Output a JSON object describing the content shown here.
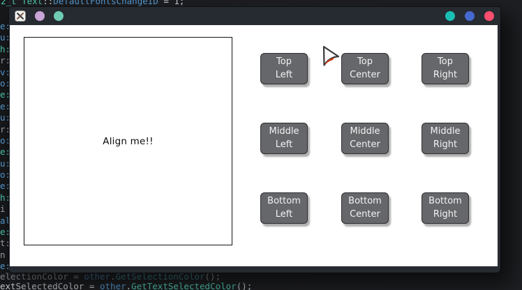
{
  "background": {
    "top_code_line": {
      "tokens": [
        {
          "text": "2_t ",
          "color": "#4EC9B0"
        },
        {
          "text": "Text",
          "color": "#4EC9B0"
        },
        {
          "text": "::",
          "color": "#c9cfd5"
        },
        {
          "text": "DefaultFontsChangeID",
          "color": "#569CD6"
        },
        {
          "text": " = ",
          "color": "#c9cfd5"
        },
        {
          "text": "1;",
          "color": "#c9cfd5"
        }
      ]
    },
    "bottom_code_line_1": {
      "tokens": [
        {
          "text": "electionColor",
          "color": "#c6ccd1"
        },
        {
          "text": " = ",
          "color": "#c6ccd1"
        },
        {
          "text": "other",
          "color": "#569CD6"
        },
        {
          "text": ".",
          "color": "#c6ccd1"
        },
        {
          "text": "GetSelectionColor",
          "color": "#4BA6B5"
        },
        {
          "text": "();",
          "color": "#c6ccd1"
        }
      ]
    },
    "bottom_code_line_2": {
      "tokens": [
        {
          "text": "extSelectedColor",
          "color": "#c6ccd1"
        },
        {
          "text": " = ",
          "color": "#c6ccd1"
        },
        {
          "text": "other",
          "color": "#569CD6"
        },
        {
          "text": ".",
          "color": "#c6ccd1"
        },
        {
          "text": "GetTextSelectedColor",
          "color": "#4EC9B0"
        },
        {
          "text": "();",
          "color": "#c6ccd1"
        }
      ]
    },
    "left_fragments": [
      {
        "text": "e:",
        "color": "#569CD6"
      },
      {
        "text": "u:",
        "color": "#569CD6"
      },
      {
        "text": "h:",
        "color": "#4EC9B0"
      },
      {
        "text": "r:",
        "color": "#9aa2aa"
      },
      {
        "text": "v:",
        "color": "#569CD6"
      },
      {
        "text": "o:",
        "color": "#569CD6"
      },
      {
        "text": "e:",
        "color": "#4EC9B0"
      },
      {
        "text": "e:",
        "color": "#569CD6"
      },
      {
        "text": "u:",
        "color": "#569CD6"
      },
      {
        "text": "r:",
        "color": "#9aa2aa"
      },
      {
        "text": "o:",
        "color": "#569CD6"
      },
      {
        "text": "e:",
        "color": "#4EC9B0"
      },
      {
        "text": "u:",
        "color": "#569CD6"
      },
      {
        "text": "o:",
        "color": "#569CD6"
      },
      {
        "text": "e:",
        "color": "#569CD6"
      },
      {
        "text": "h:",
        "color": "#4EC9B0"
      },
      {
        "text": "i",
        "color": "#9aa2aa"
      },
      {
        "text": "al",
        "color": "#569CD6"
      },
      {
        "text": "e:",
        "color": "#4EC9B0"
      },
      {
        "text": "t:",
        "color": "#9aa2aa"
      },
      {
        "text": "n",
        "color": "#9aa2aa"
      },
      {
        "text": "e:",
        "color": "#569CD6"
      }
    ]
  },
  "window": {
    "titlebar": {
      "frame_color": "#262a31",
      "app_icon": "x11-app-icon",
      "left_buttons": [
        {
          "name": "dot-lavender",
          "color": "#C9A4D6"
        },
        {
          "name": "dot-mint",
          "color": "#6FCBB1"
        }
      ],
      "right_buttons": [
        {
          "name": "dot-cyan",
          "color": "#19BEB4"
        },
        {
          "name": "dot-blue",
          "color": "#4569CE"
        },
        {
          "name": "dot-red",
          "color": "#FA4E6F"
        }
      ]
    },
    "content": {
      "align_box": {
        "label": "Align me!!"
      },
      "buttons": [
        {
          "id": "top-left",
          "label": "Top\nLeft"
        },
        {
          "id": "top-center",
          "label": "Top\nCenter"
        },
        {
          "id": "top-right",
          "label": "Top\nRight"
        },
        {
          "id": "middle-left",
          "label": "Middle\nLeft"
        },
        {
          "id": "middle-center",
          "label": "Middle\nCenter"
        },
        {
          "id": "middle-right",
          "label": "Middle\nRight"
        },
        {
          "id": "bottom-left",
          "label": "Bottom\nLeft"
        },
        {
          "id": "bottom-center",
          "label": "Bottom\nCenter"
        },
        {
          "id": "bottom-right",
          "label": "Bottom\nRight"
        }
      ],
      "button_color": "#66676a"
    }
  },
  "cursor": {
    "type": "arrow-pointer-red-stripe"
  }
}
